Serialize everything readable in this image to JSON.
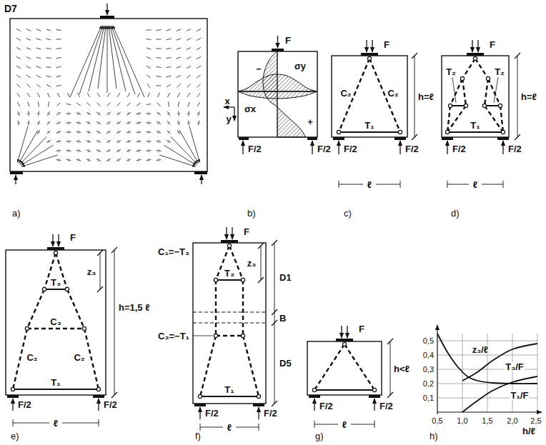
{
  "diagram": {
    "title": "D7",
    "labels": [
      "a)",
      "F",
      "σy",
      "σx",
      "x",
      "y",
      "−",
      "+",
      "F/2",
      "F/2",
      "b)",
      "F",
      "C₂",
      "C₂",
      "T₁",
      "F/2",
      "F/2",
      "h=ℓ",
      "ℓ",
      "c)",
      "F",
      "T₂",
      "T₂",
      "T₁",
      "F/2",
      "F/2",
      "h=ℓ",
      "ℓ",
      "d)",
      "F",
      "z₃",
      "T₃",
      "C₂",
      "C₂",
      "C₃",
      "T₁",
      "h=1,5 ℓ",
      "F/2",
      "F/2",
      "ℓ",
      "e)",
      "F",
      "C₁=−T₃",
      "z₃",
      "D1",
      "T₃",
      "B",
      "C₃=−T₁",
      "D5",
      "T₁",
      "F/2",
      "F/2",
      "ℓ",
      "f)",
      "F",
      "h<ℓ",
      "F/2",
      "F/2",
      "ℓ",
      "g)",
      "0,5",
      "0,4",
      "0,3",
      "0,2",
      "0,1",
      "0,5",
      "1,0",
      "1,5",
      "2,0",
      "2,5",
      "h/ℓ",
      "z₃/ℓ",
      "T₃/F",
      "T₁/F",
      "h)"
    ]
  }
}
